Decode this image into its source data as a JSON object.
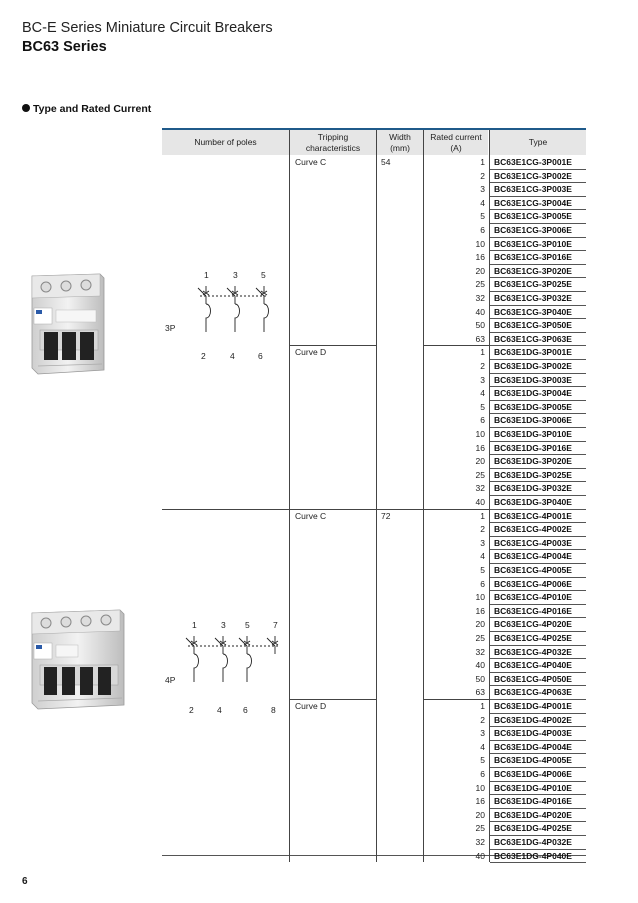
{
  "header": {
    "line1": "BC-E Series Miniature Circuit Breakers",
    "line2": "BC63 Series"
  },
  "section_title": "Type and Rated Current",
  "columns": {
    "poles": "Number of poles",
    "tripping": "Tripping characteristics",
    "width": "Width (mm)",
    "rated": "Rated current (A)",
    "type": "Type"
  },
  "groups": [
    {
      "poles": "3P",
      "width": "54",
      "terminals_top": [
        "1",
        "3",
        "5"
      ],
      "terminals_bottom": [
        "2",
        "4",
        "6"
      ],
      "curves": [
        {
          "name": "Curve C",
          "rows": [
            [
              "1",
              "BC63E1CG-3P001E"
            ],
            [
              "2",
              "BC63E1CG-3P002E"
            ],
            [
              "3",
              "BC63E1CG-3P003E"
            ],
            [
              "4",
              "BC63E1CG-3P004E"
            ],
            [
              "5",
              "BC63E1CG-3P005E"
            ],
            [
              "6",
              "BC63E1CG-3P006E"
            ],
            [
              "10",
              "BC63E1CG-3P010E"
            ],
            [
              "16",
              "BC63E1CG-3P016E"
            ],
            [
              "20",
              "BC63E1CG-3P020E"
            ],
            [
              "25",
              "BC63E1CG-3P025E"
            ],
            [
              "32",
              "BC63E1CG-3P032E"
            ],
            [
              "40",
              "BC63E1CG-3P040E"
            ],
            [
              "50",
              "BC63E1CG-3P050E"
            ],
            [
              "63",
              "BC63E1CG-3P063E"
            ]
          ]
        },
        {
          "name": "Curve D",
          "rows": [
            [
              "1",
              "BC63E1DG-3P001E"
            ],
            [
              "2",
              "BC63E1DG-3P002E"
            ],
            [
              "3",
              "BC63E1DG-3P003E"
            ],
            [
              "4",
              "BC63E1DG-3P004E"
            ],
            [
              "5",
              "BC63E1DG-3P005E"
            ],
            [
              "6",
              "BC63E1DG-3P006E"
            ],
            [
              "10",
              "BC63E1DG-3P010E"
            ],
            [
              "16",
              "BC63E1DG-3P016E"
            ],
            [
              "20",
              "BC63E1DG-3P020E"
            ],
            [
              "25",
              "BC63E1DG-3P025E"
            ],
            [
              "32",
              "BC63E1DG-3P032E"
            ],
            [
              "40",
              "BC63E1DG-3P040E"
            ]
          ]
        }
      ]
    },
    {
      "poles": "4P",
      "width": "72",
      "terminals_top": [
        "1",
        "3",
        "5",
        "7"
      ],
      "terminals_bottom": [
        "2",
        "4",
        "6",
        "8"
      ],
      "curves": [
        {
          "name": "Curve C",
          "rows": [
            [
              "1",
              "BC63E1CG-4P001E"
            ],
            [
              "2",
              "BC63E1CG-4P002E"
            ],
            [
              "3",
              "BC63E1CG-4P003E"
            ],
            [
              "4",
              "BC63E1CG-4P004E"
            ],
            [
              "5",
              "BC63E1CG-4P005E"
            ],
            [
              "6",
              "BC63E1CG-4P006E"
            ],
            [
              "10",
              "BC63E1CG-4P010E"
            ],
            [
              "16",
              "BC63E1CG-4P016E"
            ],
            [
              "20",
              "BC63E1CG-4P020E"
            ],
            [
              "25",
              "BC63E1CG-4P025E"
            ],
            [
              "32",
              "BC63E1CG-4P032E"
            ],
            [
              "40",
              "BC63E1CG-4P040E"
            ],
            [
              "50",
              "BC63E1CG-4P050E"
            ],
            [
              "63",
              "BC63E1CG-4P063E"
            ]
          ]
        },
        {
          "name": "Curve D",
          "rows": [
            [
              "1",
              "BC63E1DG-4P001E"
            ],
            [
              "2",
              "BC63E1DG-4P002E"
            ],
            [
              "3",
              "BC63E1DG-4P003E"
            ],
            [
              "4",
              "BC63E1DG-4P004E"
            ],
            [
              "5",
              "BC63E1DG-4P005E"
            ],
            [
              "6",
              "BC63E1DG-4P006E"
            ],
            [
              "10",
              "BC63E1DG-4P010E"
            ],
            [
              "16",
              "BC63E1DG-4P016E"
            ],
            [
              "20",
              "BC63E1DG-4P020E"
            ],
            [
              "25",
              "BC63E1DG-4P025E"
            ],
            [
              "32",
              "BC63E1DG-4P032E"
            ],
            [
              "40",
              "BC63E1DG-4P040E"
            ]
          ]
        }
      ]
    }
  ],
  "page_number": "6"
}
